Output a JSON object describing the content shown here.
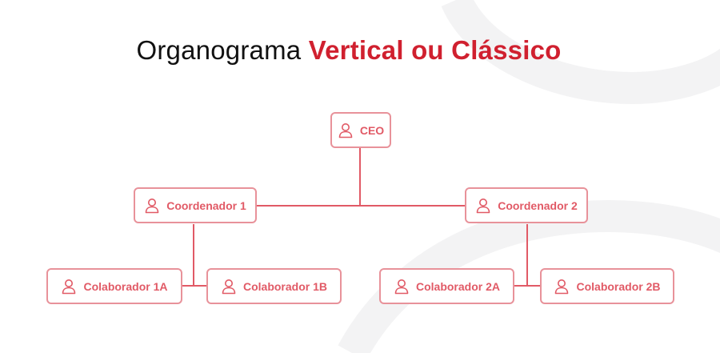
{
  "title": {
    "main": "Organograma",
    "accent": "Vertical ou Clássico"
  },
  "colors": {
    "accent": "#d0202f",
    "node_border": "#e8929a",
    "node_text": "#e15a66",
    "line": "#e15a66",
    "background_arc": "#f4f4f5"
  },
  "nodes": {
    "ceo": {
      "label": "CEO",
      "icon": "user-icon"
    },
    "coord1": {
      "label": "Coordenador 1",
      "icon": "user-icon"
    },
    "coord2": {
      "label": "Coordenador 2",
      "icon": "user-icon"
    },
    "colab1a": {
      "label": "Colaborador 1A",
      "icon": "user-icon"
    },
    "colab1b": {
      "label": "Colaborador 1B",
      "icon": "user-icon"
    },
    "colab2a": {
      "label": "Colaborador 2A",
      "icon": "user-icon"
    },
    "colab2b": {
      "label": "Colaborador 2B",
      "icon": "user-icon"
    }
  },
  "edges": [
    [
      "ceo",
      "coord1"
    ],
    [
      "ceo",
      "coord2"
    ],
    [
      "coord1",
      "colab1a"
    ],
    [
      "coord1",
      "colab1b"
    ],
    [
      "coord2",
      "colab2a"
    ],
    [
      "coord2",
      "colab2b"
    ]
  ]
}
